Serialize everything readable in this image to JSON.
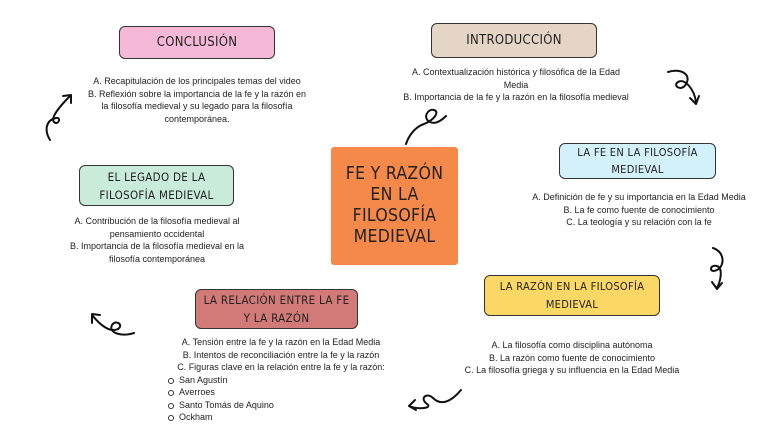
{
  "center": {
    "title": "FE Y RAZÓN EN LA FILOSOFÍA MEDIEVAL",
    "color": "#f5894a"
  },
  "nodes": {
    "conclusion": {
      "title": "CONCLUSIÓN",
      "color": "#f5b8d6",
      "items": [
        "A. Recapitulación de los principales temas del video",
        "B. Reflexión sobre la importancia de la fe y la razón en la filosofía medieval y su legado para la filosofía contemporánea."
      ]
    },
    "introduccion": {
      "title": "INTRODUCCIÓN",
      "color": "#e5d5c6",
      "items": [
        "A. Contextualización histórica y filosófica de la Edad Media",
        "B. Importancia de la fe y la razón en la filosofía medieval"
      ]
    },
    "legado": {
      "title": "EL LEGADO DE LA FILOSOFÍA MEDIEVAL",
      "color": "#c9ebd9",
      "items": [
        "A. Contribución de la filosofía medieval al pensamiento occidental",
        "B. Importancia de la filosofía medieval en la filosofía contemporánea"
      ]
    },
    "fe": {
      "title": "LA FE EN LA FILOSOFÍA MEDIEVAL",
      "color": "#d3f1fb",
      "items": [
        "A. Definición de fe y su importancia en la Edad Media",
        "B. La fe como fuente de conocimiento",
        "C. La teología y su relación con la fe"
      ]
    },
    "relacion": {
      "title": "LA RELACIÓN ENTRE LA FE Y LA RAZÓN",
      "color": "#d27a78",
      "items": [
        "A. Tensión entre la fe y la razón en la Edad Media",
        "B. Intentos de reconciliación entre la fe y la razón",
        "C. Figuras clave en la relación entre la fe y la razón:"
      ],
      "figures": [
        "San Agustín",
        "Averroes",
        "Santo Tomás de Aquino",
        "Ockham"
      ]
    },
    "razon": {
      "title": "LA RAZÓN EN LA FILOSOFÍA MEDIEVAL",
      "color": "#fbd865",
      "items": [
        "A. La filosofía como disciplina autónoma",
        "B. La razón como fuente de conocimiento",
        "C. La filosofía griega y su influencia en la Edad Media"
      ]
    }
  }
}
